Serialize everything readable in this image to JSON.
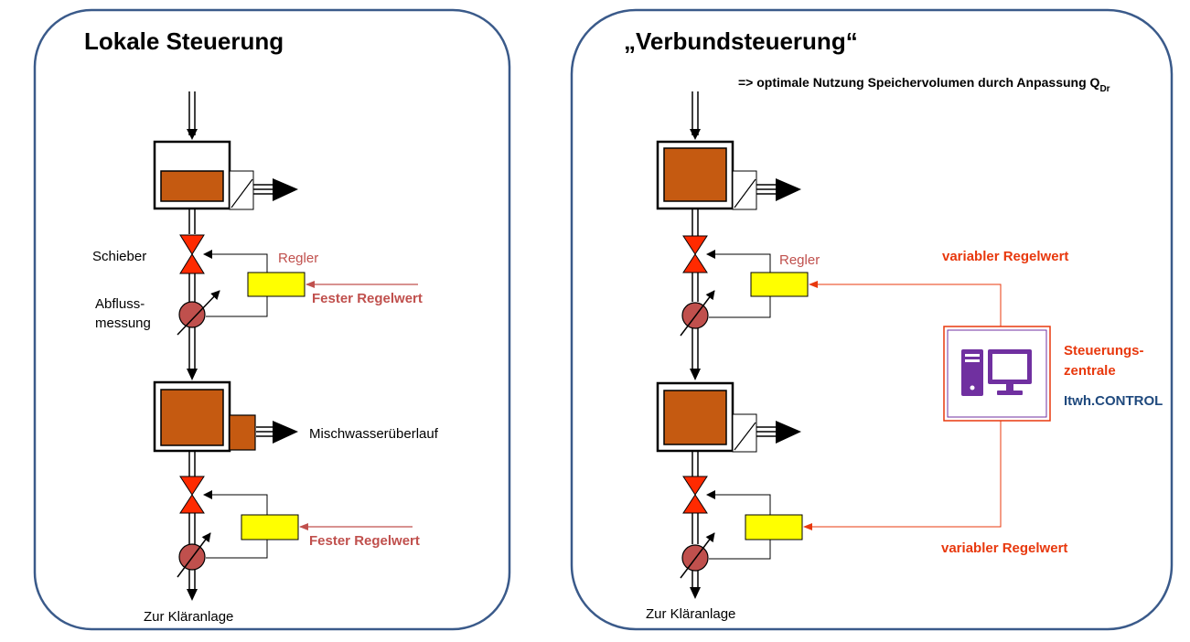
{
  "left_panel": {
    "title": "Lokale Steuerung",
    "labels": {
      "schieber": "Schieber",
      "regler": "Regler",
      "abfluss_line1": "Abfluss-",
      "abfluss_line2": "messung",
      "fester_regelwert_1": "Fester Regelwert",
      "mischwasser": "Mischwasserüberlauf",
      "fester_regelwert_2": "Fester Regelwert",
      "zur_klaeranlage": "Zur Kläranlage"
    }
  },
  "right_panel": {
    "title": "„Verbundsteuerung“",
    "subtitle": "=> optimale Nutzung Speichervolumen durch Anpassung Q",
    "subtitle_subscript": "Dr",
    "labels": {
      "regler": "Regler",
      "variabler_top": "variabler Regelwert",
      "variabler_bottom": "variabler Regelwert",
      "zentrale_line1": "Steuerungs-",
      "zentrale_line2": "zentrale",
      "product": "Itwh.CONTROL",
      "zur_klaeranlage": "Zur Kläranlage"
    }
  },
  "colors": {
    "panel_border": "#3a5a8a",
    "tank_fill": "#c55a11",
    "valve_fill": "#ff2a00",
    "meter_fill": "#c0504d",
    "controller_fill": "#ffff00",
    "computer_icon": "#7030a0",
    "signal_line": "#e8380d",
    "label_red": "#c0504d",
    "product_blue": "#1f497d"
  },
  "icons": [
    "computer-icon"
  ]
}
